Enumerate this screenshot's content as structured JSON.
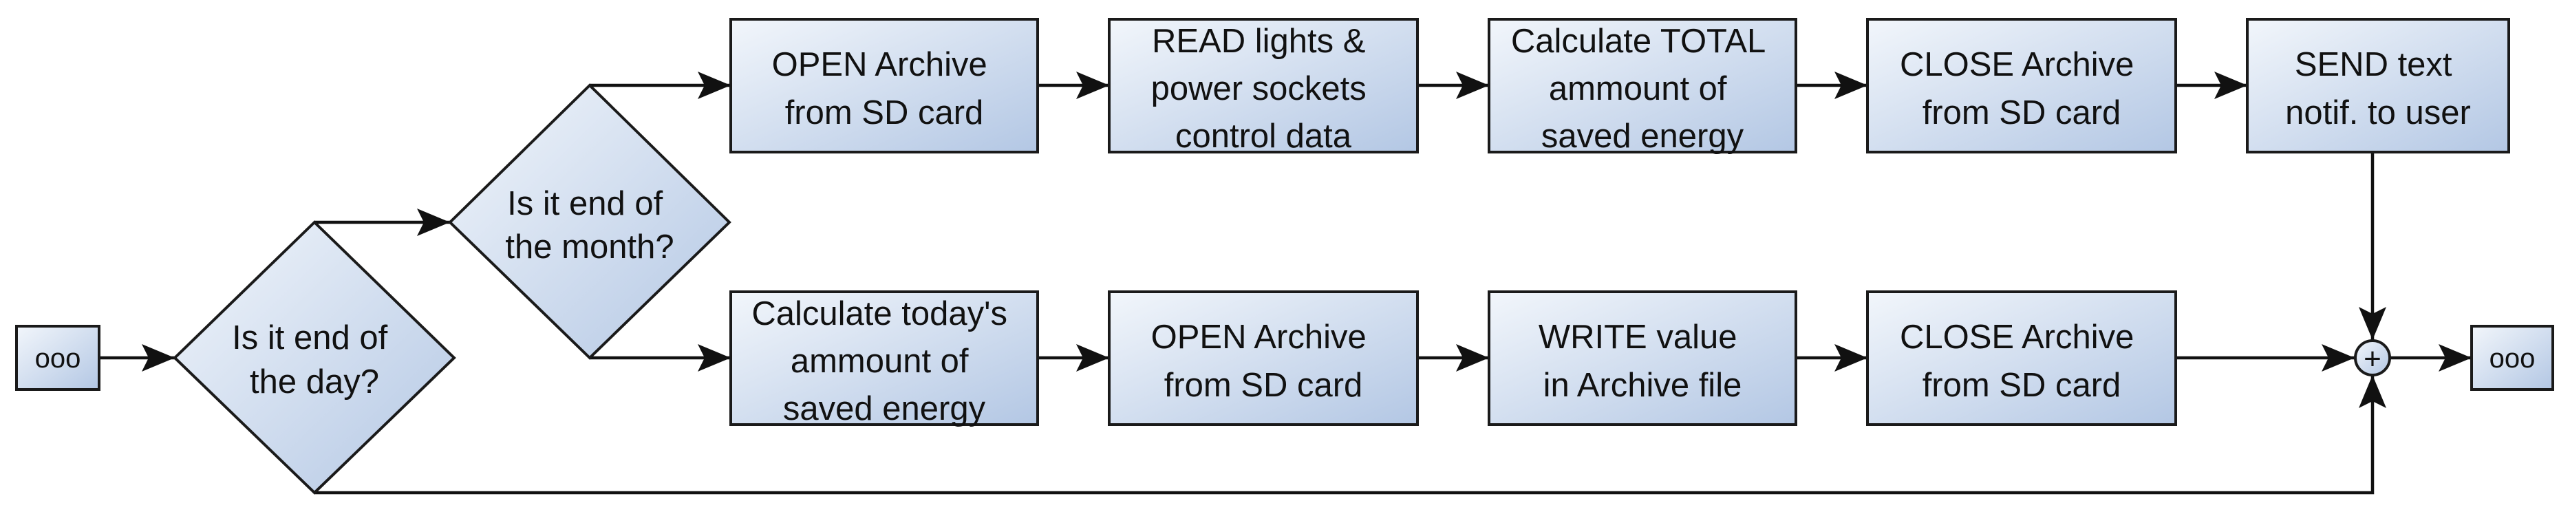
{
  "colors": {
    "box_top": "#f2f6fb",
    "box_bottom": "#b3c7e4",
    "stroke": "#1a1a1a",
    "arrow": "#111111"
  },
  "terminals": {
    "start": "ooo",
    "end": "ooo"
  },
  "decisions": {
    "end_of_day": [
      "Is it end of",
      "the day?"
    ],
    "end_of_month": [
      "Is it end of",
      "the month?"
    ]
  },
  "monthly_branch": {
    "open_archive": [
      "OPEN Archive",
      "from SD card"
    ],
    "read_control": [
      "READ lights &",
      "power sockets",
      "control data"
    ],
    "calc_total": [
      "Calculate TOTAL",
      "ammount of",
      "saved energy"
    ],
    "close_archive": [
      "CLOSE Archive",
      "from SD card"
    ],
    "send_notification": [
      "SEND text",
      "notif. to user"
    ]
  },
  "daily_branch": {
    "calc_today": [
      "Calculate today's",
      "ammount of",
      "saved energy"
    ],
    "open_archive": [
      "OPEN Archive",
      "from SD card"
    ],
    "write_value": [
      "WRITE value",
      "in Archive file"
    ],
    "close_archive": [
      "CLOSE Archive",
      "from SD card"
    ]
  },
  "merge_symbol": "+"
}
